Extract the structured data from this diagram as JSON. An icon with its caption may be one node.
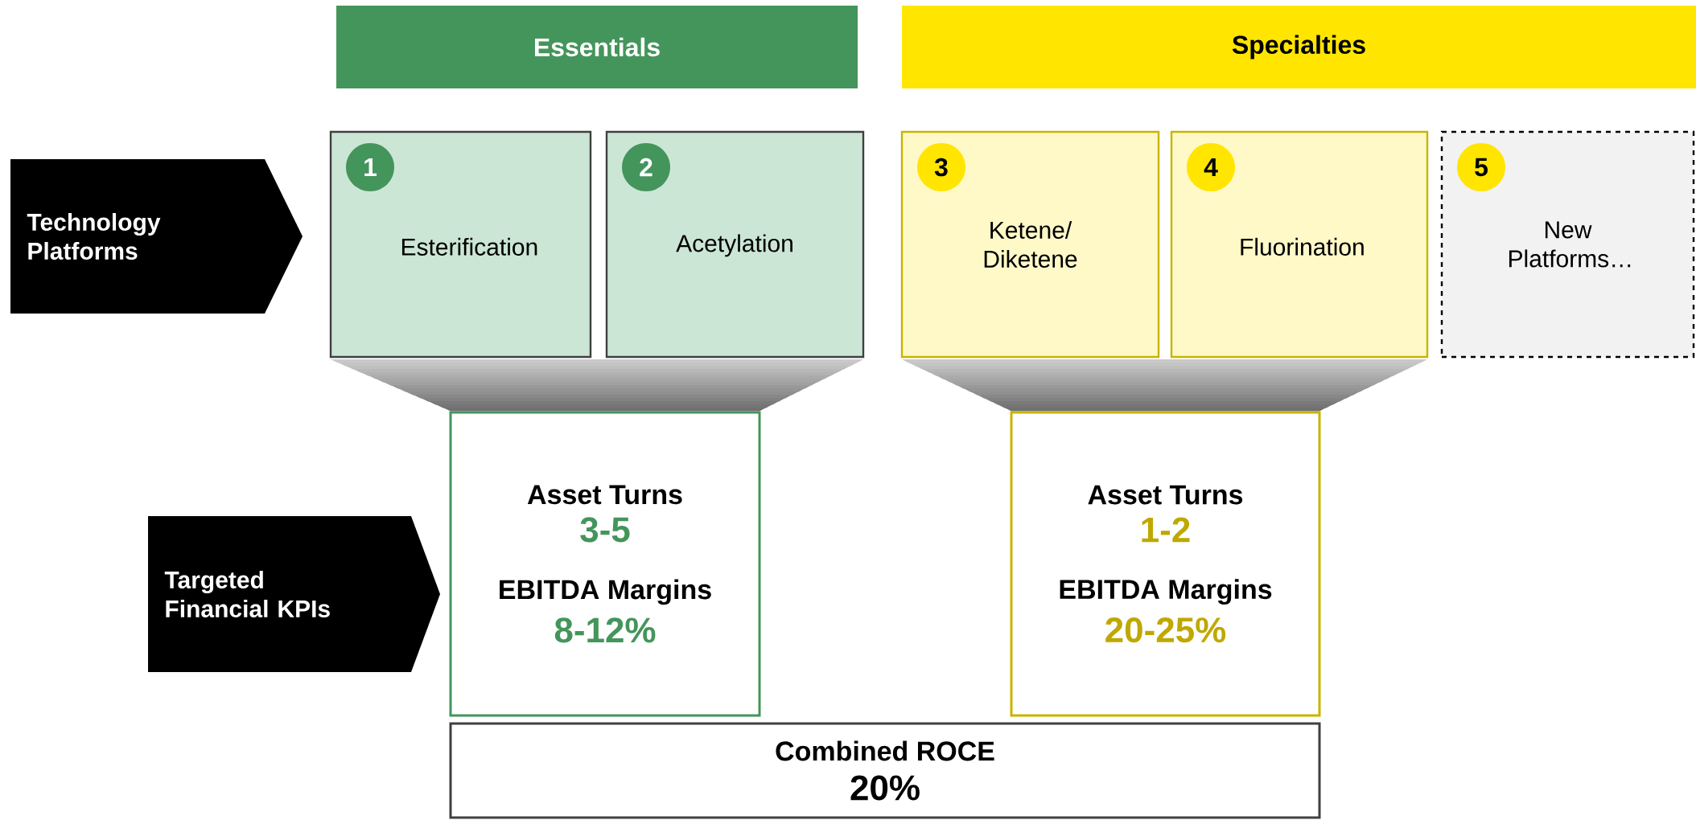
{
  "diagram": {
    "nodes": [
      {
        "text": [
          "Essentials"
        ]
      },
      {
        "text": [
          "Specialties"
        ]
      },
      {
        "text": [
          "Technology Platforms"
        ]
      },
      {
        "text": [
          "Esterification"
        ]
      },
      {
        "text": [
          "1"
        ],
        "in": 3
      },
      {
        "text": [
          "Acetylation"
        ]
      },
      {
        "text": [
          "2"
        ],
        "in": 5
      },
      {
        "text": [
          "Ketene/ Diketene"
        ]
      },
      {
        "text": [
          "3"
        ],
        "in": 7
      },
      {
        "text": [
          "Fluorination"
        ]
      },
      {
        "text": [
          "4"
        ],
        "in": 9
      },
      {
        "text": [
          "New Platforms…"
        ]
      },
      {
        "text": [
          "5"
        ],
        "in": 11
      },
      {
        "text": [
          "Targeted Financial KPIs"
        ]
      },
      {
        "text": [
          "Asset Turns",
          "3-5",
          "EBITDA Margins",
          "8-12%"
        ]
      },
      {
        "text": [
          "Asset Turns",
          "1-2",
          "EBITDA Margins",
          "20-25%"
        ]
      },
      {
        "text": [
          "Combined ROCE",
          "20%"
        ]
      }
    ]
  }
}
